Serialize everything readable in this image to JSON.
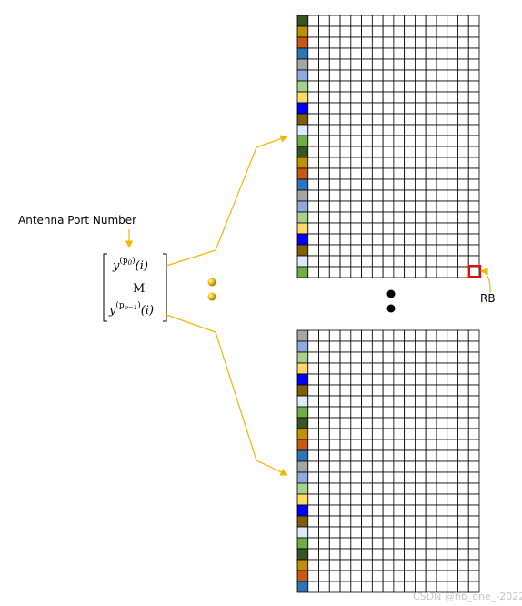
{
  "labels": {
    "antenna_port_number": "Antenna Port Number",
    "rb": "RB",
    "matrix_top": {
      "y": "y",
      "sup": "(p",
      "sub": "0",
      "close": ")",
      "arg": "(i)"
    },
    "matrix_mid": "M",
    "matrix_bottom": {
      "y": "y",
      "sup": "(p",
      "sub": "υ−1",
      "close": ")",
      "arg": "(i)"
    },
    "watermark": "CSDN @hb_one_-2022"
  },
  "grid_top": {
    "columns": 17,
    "rows": 24,
    "first_column_colors": [
      "#375623",
      "#bf9000",
      "#c55a11",
      "#2e75b6",
      "#a5a5a5",
      "#8faadc",
      "#a9d18e",
      "#ffd966",
      "#0000ff",
      "#7f6000",
      "#deebf7",
      "#70ad47",
      "#375623",
      "#bf9000",
      "#c55a11",
      "#2e75b6",
      "#a5a5a5",
      "#8faadc",
      "#a9d18e",
      "#ffd966",
      "#0000ff",
      "#7f6000",
      "#deebf7",
      "#70ad47"
    ]
  },
  "grid_bottom": {
    "columns": 17,
    "rows": 24,
    "first_column_colors": [
      "#a5a5a5",
      "#8faadc",
      "#a9d18e",
      "#ffd966",
      "#0000ff",
      "#7f6000",
      "#deebf7",
      "#70ad47",
      "#375623",
      "#bf9000",
      "#c55a11",
      "#2e75b6",
      "#a5a5a5",
      "#8faadc",
      "#a9d18e",
      "#ffd966",
      "#0000ff",
      "#7f6000",
      "#deebf7",
      "#70ad47",
      "#375623",
      "#bf9000",
      "#c55a11",
      "#2e75b6"
    ]
  },
  "colors": {
    "arrow": "#f2b800",
    "rb_marker": "#ff0000",
    "dot_gold": "#e6b800",
    "dot_black": "#000000",
    "grid_line": "#000000"
  }
}
